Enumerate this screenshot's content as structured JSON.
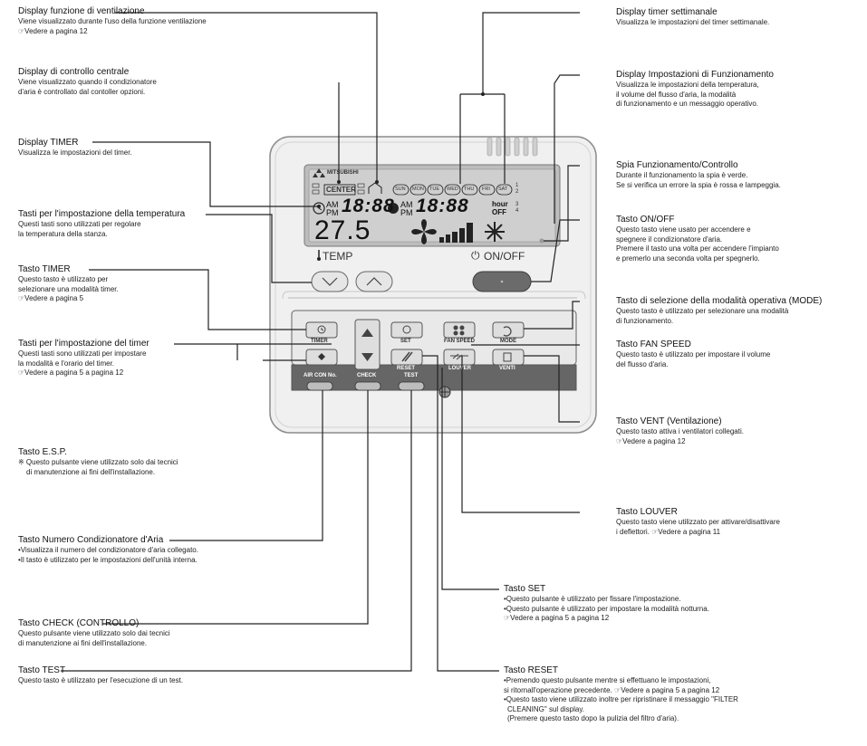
{
  "labels": {
    "ventilazione": {
      "title": "Display funzione di ventilazione",
      "lines": [
        "Viene visualizzato durante l'uso della funzione ventilazione",
        "☞Vedere a pagina 12"
      ]
    },
    "controllo_centrale": {
      "title": "Display di controllo centrale",
      "lines": [
        "Viene visualizzato quando il condizionatore",
        "d'aria è controllato dal contoller opzioni."
      ]
    },
    "display_timer": {
      "title": "Display TIMER",
      "lines": [
        "Visualizza le impostazioni del timer."
      ]
    },
    "temp_keys": {
      "title": "Tasti per l'impostazione della temperatura",
      "lines": [
        "Questi tasti sono utilizzati per regolare",
        "la temperatura della stanza."
      ]
    },
    "tasto_timer": {
      "title": "Tasto TIMER",
      "lines": [
        "Questo tasto è utilizzato per",
        "selezionare una modalità timer.",
        "☞Vedere a pagina 5"
      ]
    },
    "timer_keys": {
      "title": "Tasti per l'impostazione del timer",
      "lines": [
        "Questi tasti sono utilizzati per impostare",
        "la modalità e l'orario del timer.",
        "☞Vedere a pagina 5 a pagina 12"
      ]
    },
    "esp": {
      "title": "Tasto E.S.P.",
      "lines": [
        "※ Questo pulsante viene utilizzato solo dai tecnici",
        "di manutenzione ai fini dell'installazione."
      ]
    },
    "aircon_no": {
      "title": "Tasto Numero Condizionatore d'Aria",
      "lines": [
        "•Visualizza il numero del condizionatore d'aria collegato.",
        "•Il tasto è utilizzato per le impostazioni dell'unità interna."
      ]
    },
    "check": {
      "title": "Tasto CHECK (CONTROLLO)",
      "lines": [
        "Questo pulsante viene utilizzato solo dai tecnici",
        "di manutenzione ai fini dell'installazione."
      ]
    },
    "test": {
      "title": "Tasto TEST",
      "lines": [
        "Questo tasto è utilizzato per l'esecuzione di un test."
      ]
    },
    "weekly": {
      "title": "Display timer settimanale",
      "lines": [
        "Visualizza le impostazioni del timer settimanale."
      ]
    },
    "funzionamento": {
      "title": "Display Impostazioni di Funzionamento",
      "lines": [
        "Visualizza le impostazioni della temperatura,",
        "il volume del flusso d'aria, la modalità",
        "di funzionamento e un messaggio operativo."
      ]
    },
    "spia": {
      "title": "Spia Funzionamento/Controllo",
      "lines": [
        "Durante il funzionamento la spia è verde.",
        "Se si verifica un errore la spia è rossa e lampeggia."
      ]
    },
    "onoff": {
      "title": "Tasto ON/OFF",
      "lines": [
        "Questo tasto viene usato per accendere e",
        "spegnere il condizionatore d'aria.",
        "Premere il tasto una volta per accendere l'impianto",
        "e premerlo una seconda volta per spegnerlo."
      ]
    },
    "mode": {
      "title": "Tasto di selezione della modalità operativa (MODE)",
      "lines": [
        "Questo tasto è utilizzato per selezionare una modalità",
        "di funzionamento."
      ]
    },
    "fanspeed": {
      "title": "Tasto FAN SPEED",
      "lines": [
        "Questo tasto è utilizzato per impostare il volume",
        "del flusso d'aria."
      ]
    },
    "venti": {
      "title": "Tasto VENT (Ventilazione)",
      "lines": [
        "Questo tasto attiva i ventilatori collegati.",
        "☞Vedere a pagina 12"
      ]
    },
    "louver": {
      "title": "Tasto LOUVER",
      "lines": [
        "Questo tasto viene utilizzato per attivare/disattivare",
        "i deflettori. ☞Vedere a pagina 11"
      ]
    },
    "set": {
      "title": "Tasto SET",
      "lines": [
        "•Questo pulsante è utilizzato per fissare l'impostazione.",
        "•Questo pulsante è utilizzato per impostare la modalità notturna.",
        "☞Vedere a pagina 5 a pagina 12"
      ]
    },
    "reset": {
      "title": "Tasto RESET",
      "lines": [
        "•Premendo questo pulsante mentre si effettuano le impostazioni,",
        "si ritornall'operazione precedente. ☞Vedere a pagina 5 a pagina 12",
        "•Questo tasto viene utilizzato inoltre per ripristinare il messaggio \"FILTER",
        "CLEANING\" sul display.",
        "(Premere questo tasto dopo la pulizia del filtro d'aria)."
      ]
    }
  },
  "device": {
    "brand": "MITSUBISHI",
    "center": "CENTER",
    "days": [
      "SUN",
      "MON",
      "TUE",
      "WED",
      "THU",
      "FRI",
      "SAT"
    ],
    "time1": "18:88",
    "time2": "18:88",
    "am": "AM",
    "pm": "PM",
    "hour": "hour",
    "off": "OFF",
    "slots": [
      "1",
      "2",
      "3",
      "4"
    ],
    "temp": "27.5",
    "temp_label": "TEMP",
    "onoff_label": "ON/OFF",
    "btn_timer": "TIMER",
    "btn_set": "SET",
    "btn_fan": "FAN SPEED",
    "btn_mode": "MODE",
    "btn_reset": "RESET",
    "btn_louver": "LOUVER",
    "btn_venti": "VENTI",
    "btn_aircon": "AIR CON No.",
    "btn_check": "CHECK",
    "btn_test": "TEST"
  }
}
